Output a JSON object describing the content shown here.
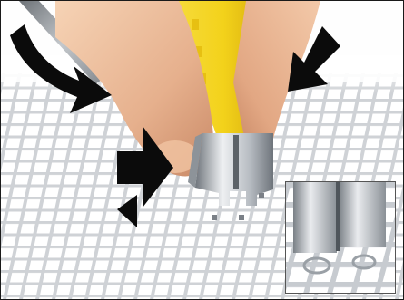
{
  "figure": {
    "subject": "",
    "colors": {
      "frame_border": "#1a1a1a",
      "grid_line": "#cfd2d6",
      "grid_highlight": "#ffffff",
      "skin_light": "#f6d3b5",
      "skin_mid": "#e6b08d",
      "skin_dark": "#c98966",
      "tool_yellow": "#f3d21b",
      "tool_yellow_dark": "#d4a90c",
      "clip_metal_light": "#eef0f2",
      "clip_metal_mid": "#b7bcc2",
      "clip_metal_dark": "#6e747b",
      "arrow": "#0b0b0b",
      "pen_gray": "#8c9196"
    },
    "arrows": [
      {
        "id": "rotate-arrow",
        "icon": "curved-arrow-icon"
      },
      {
        "id": "press-right-arrow",
        "icon": "arrow-down-left-icon"
      },
      {
        "id": "press-left-arrow",
        "icon": "arrow-right-icon"
      }
    ]
  }
}
